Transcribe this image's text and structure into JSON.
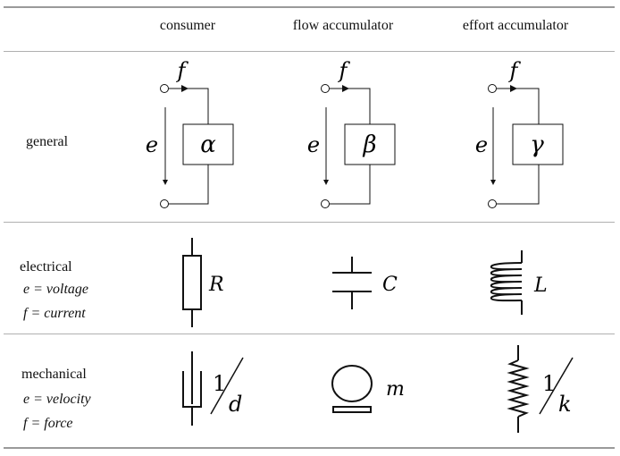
{
  "headers": {
    "consumer": "consumer",
    "flow": "flow accumulator",
    "effort": "effort accumulator"
  },
  "rows": {
    "general": {
      "label": "general"
    },
    "electrical": {
      "label": "electrical",
      "e_def": "e = voltage",
      "f_def": "f = current"
    },
    "mechanical": {
      "label": "mechanical",
      "e_def": "e = velocity",
      "f_def": "f = force"
    }
  },
  "symbols": {
    "flow": "f",
    "effort": "e",
    "alpha": "α",
    "beta": "β",
    "gamma": "γ",
    "resistance": "R",
    "capacitance": "C",
    "inductance": "L",
    "mass": "m",
    "one": "1",
    "damping": "d",
    "stiffness": "k"
  }
}
